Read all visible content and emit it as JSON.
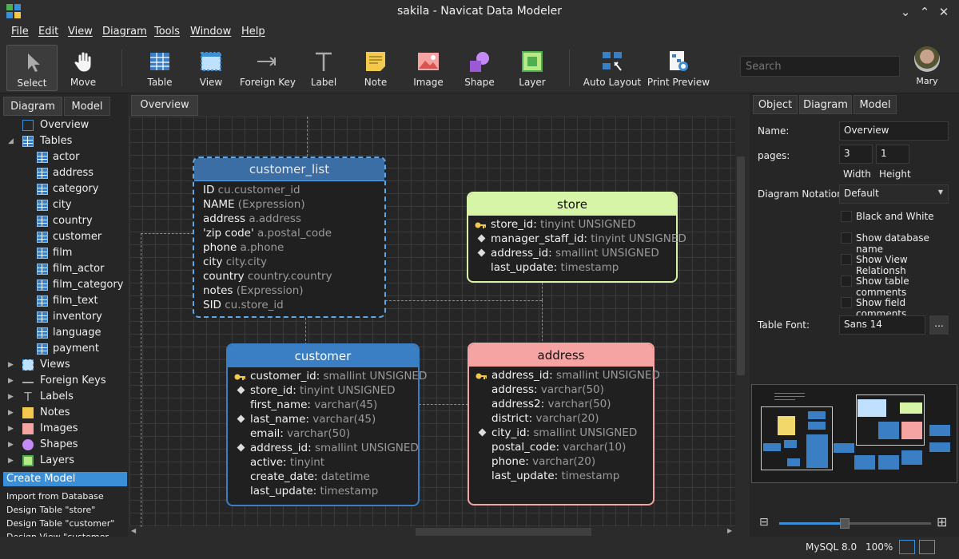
{
  "window": {
    "title": "sakila - Navicat Data Modeler",
    "minimize": "⌄",
    "maximize": "⌃",
    "close": "✕"
  },
  "menu": [
    "File",
    "Edit",
    "View",
    "Diagram",
    "Tools",
    "Window",
    "Help"
  ],
  "toolbar": {
    "tools": [
      "Select",
      "Move",
      "Table",
      "View",
      "Foreign Key",
      "Label",
      "Note",
      "Image",
      "Shape",
      "Layer",
      "Auto Layout",
      "Print Preview"
    ],
    "search_placeholder": "Search",
    "user": "Mary"
  },
  "left_panel": {
    "tabs": [
      "Diagram",
      "Model"
    ],
    "tree": {
      "overview": "Overview",
      "tables": "Tables",
      "table_items": [
        "actor",
        "address",
        "category",
        "city",
        "country",
        "customer",
        "film",
        "film_actor",
        "film_category",
        "film_text",
        "inventory",
        "language",
        "payment"
      ],
      "views": "Views",
      "foreign_keys": "Foreign Keys",
      "labels": "Labels",
      "notes": "Notes",
      "images": "Images",
      "shapes": "Shapes",
      "layers": "Layers"
    },
    "history": [
      "Create Model",
      "Import from Database",
      "Design Table \"store\"",
      "Design Table \"customer\"",
      "Design View \"customer"
    ]
  },
  "canvas": {
    "tab": "Overview",
    "entities": {
      "customer_list": {
        "title": "customer_list",
        "rows": [
          [
            "ID",
            " cu.customer_id"
          ],
          [
            "NAME",
            " (Expression)"
          ],
          [
            "address",
            " a.address"
          ],
          [
            "'zip code'",
            " a.postal_code"
          ],
          [
            "phone",
            " a.phone"
          ],
          [
            "city",
            " city.city"
          ],
          [
            "country",
            " country.country"
          ],
          [
            "notes",
            " (Expression)"
          ],
          [
            "SID",
            " cu.store_id"
          ]
        ]
      },
      "store": {
        "title": "store",
        "rows": [
          [
            "store_id:",
            " tinyint UNSIGNED",
            "key"
          ],
          [
            "manager_staff_id:",
            " tinyint UNSIGNED",
            "dia"
          ],
          [
            "address_id:",
            " smallint UNSIGNED",
            "dia"
          ],
          [
            "last_update:",
            " timestamp",
            ""
          ]
        ]
      },
      "customer": {
        "title": "customer",
        "rows": [
          [
            "customer_id:",
            " smallint UNSIGNED",
            "key"
          ],
          [
            "store_id:",
            " tinyint UNSIGNED",
            "dia"
          ],
          [
            "first_name:",
            " varchar(45)",
            ""
          ],
          [
            "last_name:",
            " varchar(45)",
            "dia"
          ],
          [
            "email:",
            " varchar(50)",
            ""
          ],
          [
            "address_id:",
            " smallint UNSIGNED",
            "dia"
          ],
          [
            "active:",
            " tinyint",
            ""
          ],
          [
            "create_date:",
            " datetime",
            ""
          ],
          [
            "last_update:",
            " timestamp",
            ""
          ]
        ]
      },
      "address": {
        "title": "address",
        "rows": [
          [
            "address_id:",
            " smallint UNSIGNED",
            "key"
          ],
          [
            "address:",
            " varchar(50)",
            ""
          ],
          [
            "address2:",
            " varchar(50)",
            ""
          ],
          [
            "district:",
            " varchar(20)",
            ""
          ],
          [
            "city_id:",
            " smallint UNSIGNED",
            "dia"
          ],
          [
            "postal_code:",
            " varchar(10)",
            ""
          ],
          [
            "phone:",
            " varchar(20)",
            ""
          ],
          [
            "last_update:",
            " timestamp",
            ""
          ]
        ]
      }
    }
  },
  "right_panel": {
    "tabs": [
      "Object",
      "Diagram",
      "Model"
    ],
    "name_label": "Name:",
    "name_value": "Overview",
    "pages_label": "pages:",
    "pages_width": "3",
    "pages_height": "1",
    "width_label": "Width",
    "height_label": "Height",
    "notation_label": "Diagram Notation:",
    "notation_value": "Default",
    "checkboxes": [
      "Black and White",
      "Show database name",
      "Show View Relationsh",
      "Show table comments",
      "Show field comments"
    ],
    "font_label": "Table Font:",
    "font_value": "Sans 14",
    "font_button": "...",
    "zoom_fraction": 0.43
  },
  "status": {
    "db": "MySQL 8.0",
    "zoom": "100%"
  },
  "colors": {
    "view": "#3a6ea5",
    "store": "#d7f5a6",
    "customer": "#3a7fc4",
    "address": "#f5a3a3",
    "accent": "#3a8fd6"
  }
}
